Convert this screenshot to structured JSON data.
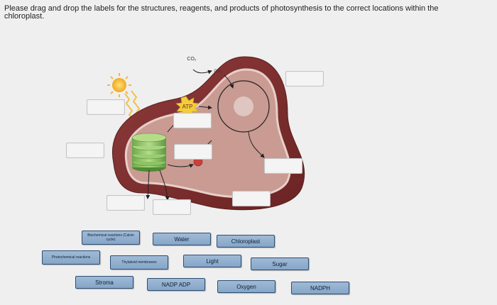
{
  "instructions": "Please drag and drop the labels for the structures, reagents, and products of photosynthesis to the correct locations within the chloroplast.",
  "diagram": {
    "co2_label": "CO₂",
    "co2_inner_label": "CO₂",
    "atp_label": "ATP"
  },
  "labels": [
    {
      "id": "biochemical-reactions",
      "text": "Biochemical reactions (Calvin cycle)"
    },
    {
      "id": "water",
      "text": "Water"
    },
    {
      "id": "chloroplast",
      "text": "Chloroplast"
    },
    {
      "id": "photochemical-reactions",
      "text": "Photochemical reactions"
    },
    {
      "id": "thylakoid-membranes",
      "text": "Thylakoid membranes"
    },
    {
      "id": "light",
      "text": "Light"
    },
    {
      "id": "sugar",
      "text": "Sugar"
    },
    {
      "id": "stroma",
      "text": "Stroma"
    },
    {
      "id": "nadp-adp",
      "text": "NADP ADP"
    },
    {
      "id": "oxygen",
      "text": "Oxygen"
    },
    {
      "id": "nadph",
      "text": "NADPH"
    }
  ]
}
